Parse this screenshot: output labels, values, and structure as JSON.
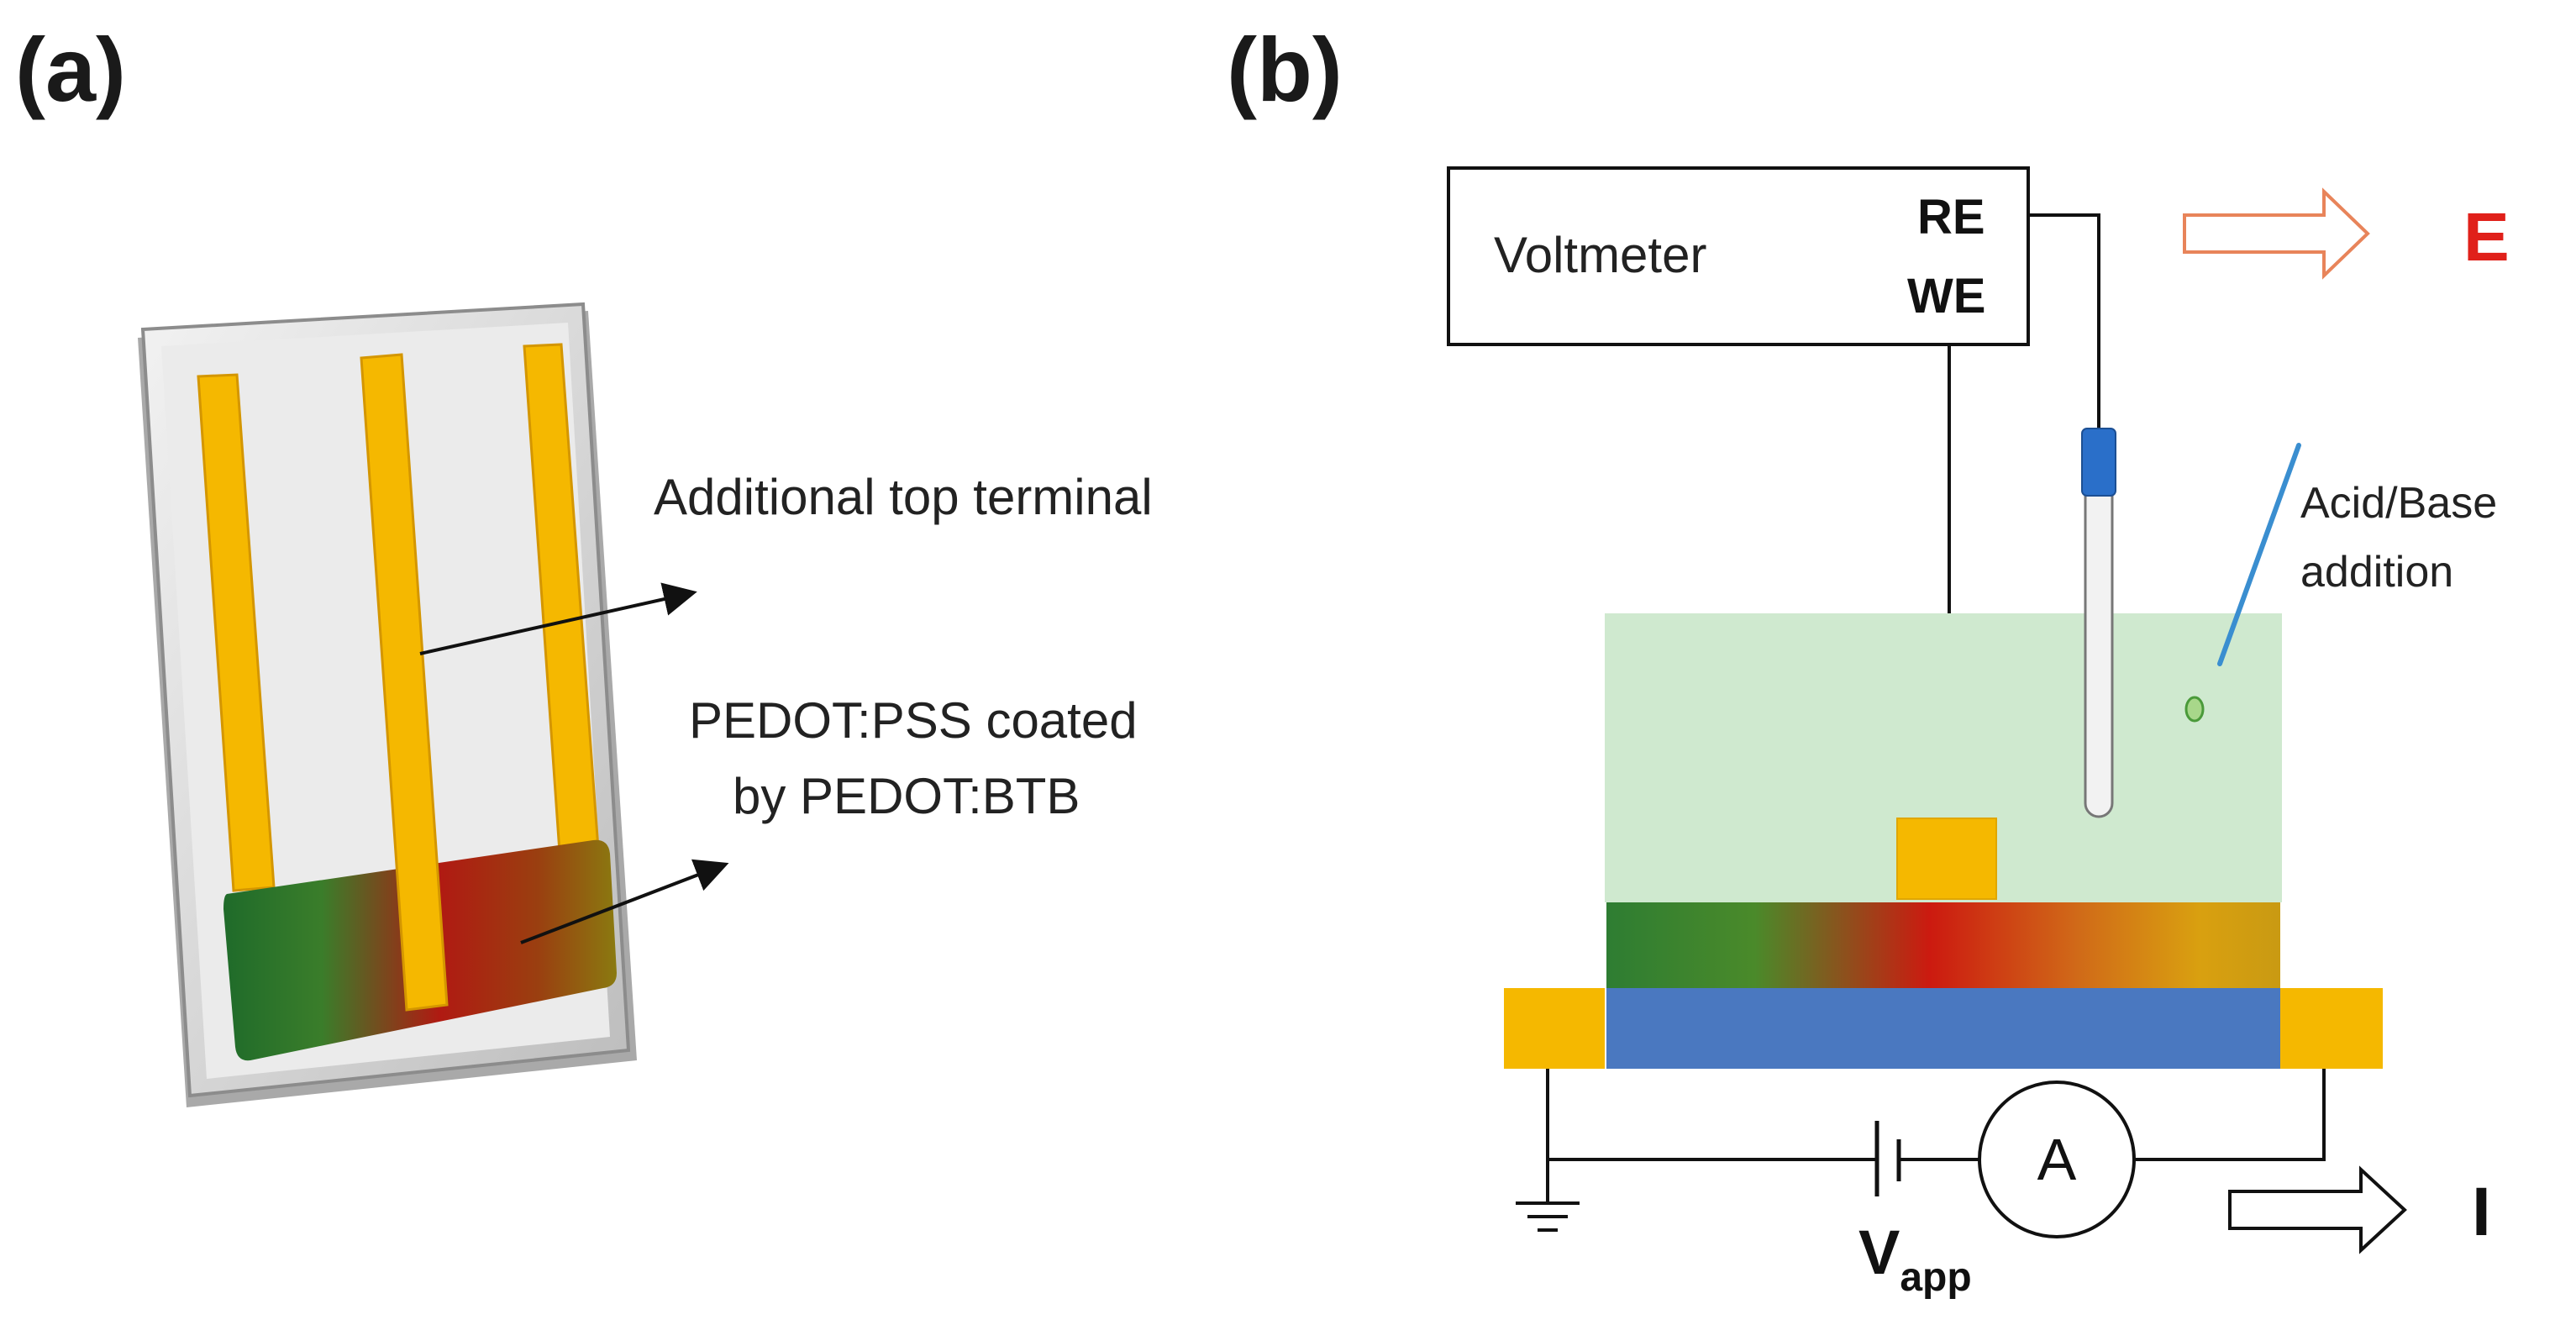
{
  "panel_a": {
    "label": "(a)",
    "annotation_terminal": "Additional top terminal",
    "annotation_coating_line1": "PEDOT:PSS coated",
    "annotation_coating_line2": "by PEDOT:BTB"
  },
  "panel_b": {
    "label": "(b)",
    "voltmeter_label": "Voltmeter",
    "re_label": "RE",
    "we_label": "WE",
    "output_e": "E",
    "output_i": "I",
    "acid_base_line1": "Acid/Base",
    "acid_base_line2": "addition",
    "ammeter_label": "A",
    "vapp_main": "V",
    "vapp_sub": "app"
  },
  "colors": {
    "gold": "#f5b800",
    "green": "#2e7d32",
    "red": "#cc1a10",
    "blue": "#4a78c0",
    "solution": "#cfe9cf",
    "e_red": "#e0201a",
    "arrow_orange": "#e8845a"
  }
}
